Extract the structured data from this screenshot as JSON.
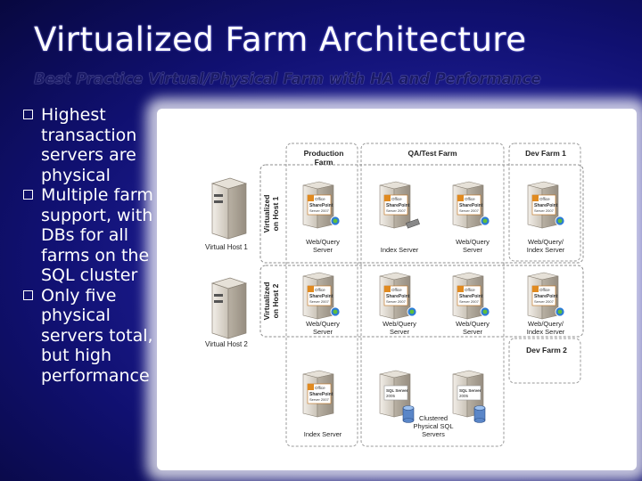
{
  "slide": {
    "title": "Virtualized Farm Architecture",
    "subtitle": "Best Practice Virtual/Physical Farm with HA and Performance",
    "bullets": [
      {
        "text": "Highest transaction servers are physical"
      },
      {
        "text": "Multiple farm support, with DBs for all farms on the SQL cluster"
      },
      {
        "text": "Only five physical servers total, but high performance"
      }
    ]
  },
  "diagram": {
    "headers": {
      "production_1": "Production",
      "production_2": "Farm",
      "qa": "QA/Test Farm",
      "dev1": "Dev Farm 1",
      "dev2": "Dev Farm 2"
    },
    "host_labels": {
      "host1_line1": "Virtualized",
      "host1_line2": "on Host 1",
      "host2_line1": "Virtualized",
      "host2_line2": "on Host 2"
    },
    "physical_hosts": {
      "host1": "Virtual Host 1",
      "host2": "Virtual Host 2"
    },
    "server_captions": {
      "prod_web1_l1": "Web/Query",
      "prod_web1_l2": "Server",
      "qa_index1": "Index Server",
      "qa_web1_l1": "Web/Query",
      "qa_web1_l2": "Server",
      "dev1_web1_l1": "Web/Query/",
      "dev1_web1_l2": "Index Server",
      "prod_web2_l1": "Web/Query",
      "prod_web2_l2": "Server",
      "qa_web2_l1": "Web/Query",
      "qa_web2_l2": "Server",
      "qa_web3_l1": "Web/Query",
      "qa_web3_l2": "Server",
      "dev2_web_l1": "Web/Query/",
      "dev2_web_l2": "Index Server",
      "bottom_index": "Index Server",
      "cluster_l1": "Clustered",
      "cluster_l2": "Physical SQL",
      "cluster_l3": "Servers"
    },
    "badges": {
      "sp_l1": "Office",
      "sp_l2": "SharePoint",
      "sp_l3": "Server 2007",
      "sql_l1": "SQL Server",
      "sql_l2": "2005"
    },
    "colors": {
      "slide_bg": "#20209a",
      "subtitle": "#1a1a66",
      "server_body": "#d8d2c8",
      "sharepoint_orange": "#e08a20"
    }
  }
}
